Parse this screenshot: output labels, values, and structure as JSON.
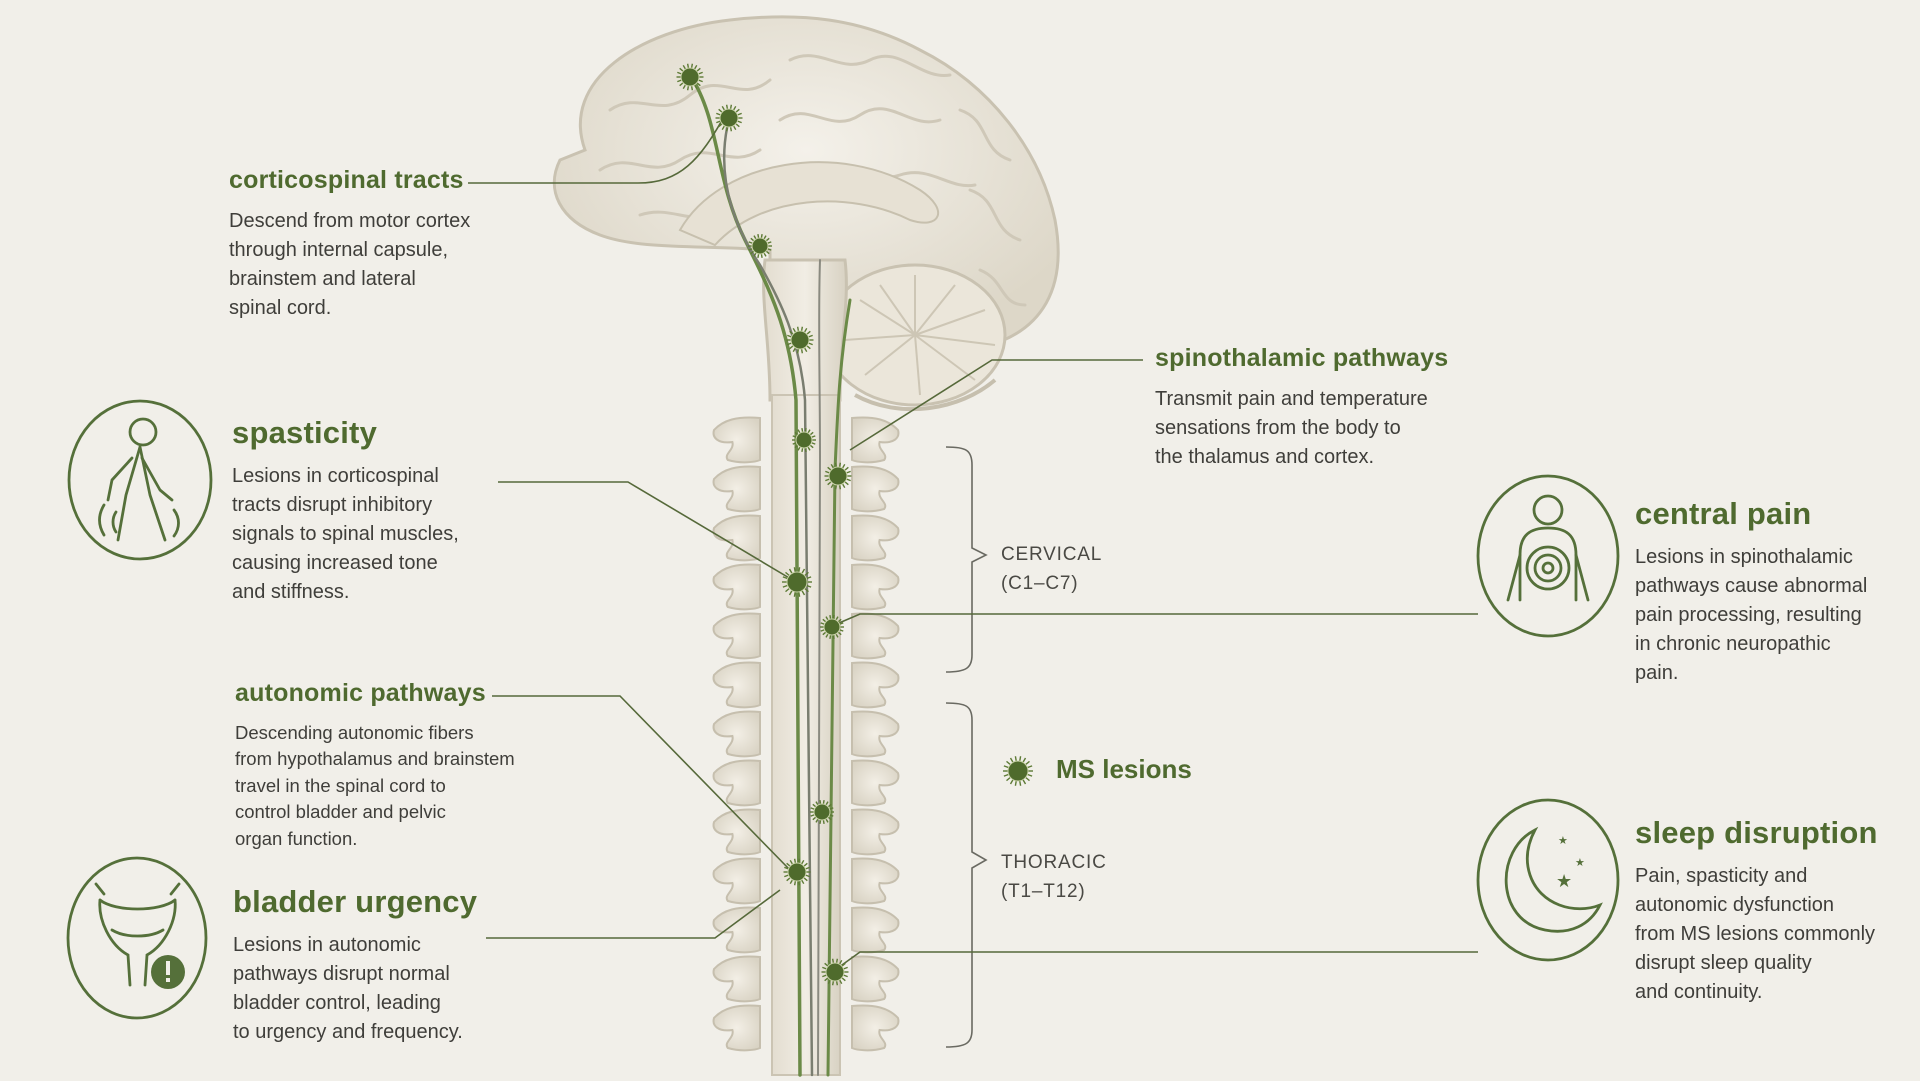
{
  "colors": {
    "accent": "#4f6a2f",
    "lesion": "#5d7a35",
    "bone": "#ede8dc",
    "brain": "#e9e4d8",
    "line": "#5a6d3c",
    "background": "#f1efe9"
  },
  "labels": {
    "corticospinal": {
      "title": "corticospinal tracts",
      "body": "Descend from motor cortex\nthrough internal capsule,\nbrainstem and lateral\nspinal cord."
    },
    "spasticity": {
      "title": "spasticity",
      "body": "Lesions in corticospinal\ntracts disrupt inhibitory\nsignals to spinal muscles,\ncausing increased tone\nand stiffness.",
      "icon": "walking-person-icon"
    },
    "autonomic": {
      "title": "autonomic pathways",
      "body": "Descending autonomic fibers\nfrom hypothalamus and brainstem\ntravel in the spinal cord to\ncontrol bladder and pelvic\norgan function."
    },
    "bladder": {
      "title": "bladder urgency",
      "body": "Lesions in autonomic\npathways disrupt normal\nbladder control, leading\nto urgency and frequency.",
      "icon": "bladder-alert-icon"
    },
    "spinothalamic": {
      "title": "spinothalamic pathways",
      "body": "Transmit pain and temperature\nsensations from the body to\nthe thalamus and cortex."
    },
    "central_pain": {
      "title": "central pain",
      "body": "Lesions in spinothalamic\npathways cause abnormal\npain processing, resulting\nin chronic neuropathic\npain.",
      "icon": "body-pain-icon"
    },
    "sleep": {
      "title": "sleep disruption",
      "body": "Pain, spasticity and\nautonomic dysfunction\nfrom MS lesions commonly\ndisrupt sleep quality\nand continuity.",
      "icon": "moon-stars-icon"
    }
  },
  "regions": {
    "cervical": "CERVICAL\n(C1–C7)",
    "thoracic": "THORACIC\n(T1–T12)"
  },
  "legend": {
    "label": "MS lesions",
    "icon": "lesion-icon"
  }
}
